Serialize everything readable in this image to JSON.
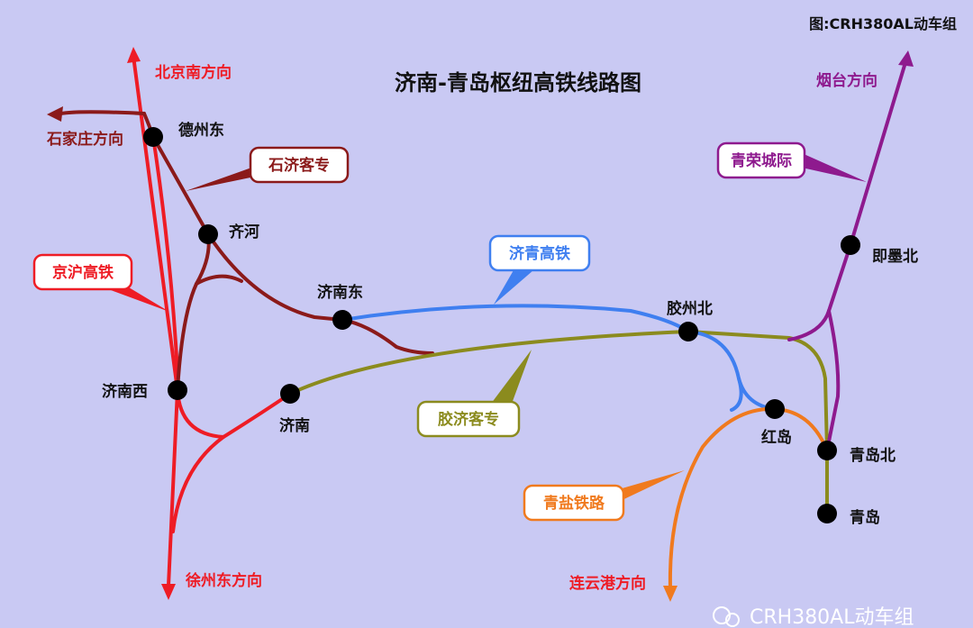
{
  "title": "济南-青岛枢纽高铁线路图",
  "credit": "图:CRH380AL动车组",
  "watermark": "CRH380AL动车组",
  "colors": {
    "background": "#c9c9f3",
    "jinghu": "#ee1c25",
    "shiji": "#8b1a1a",
    "jiqing": "#3f7ff0",
    "jiaoji": "#8b8b1e",
    "qingrong": "#8e1a8e",
    "qingyan": "#f07a1e"
  },
  "stations": {
    "dezhoudong": "德州东",
    "qihe": "齐河",
    "jinandong": "济南东",
    "jinanxi": "济南西",
    "jinan": "济南",
    "jiaozhoubei": "胶州北",
    "hongdao": "红岛",
    "qingdaobei": "青岛北",
    "qingdao": "青岛",
    "jimobei": "即墨北"
  },
  "directions": {
    "beijingnan": "北京南方向",
    "shijiazhuang": "石家庄方向",
    "xuzhoudong": "徐州东方向",
    "yantai": "烟台方向",
    "lianyungang": "连云港方向"
  },
  "lines": {
    "jinghu": "京沪高铁",
    "shiji": "石济客专",
    "jiqing": "济青高铁",
    "jiaoji": "胶济客专",
    "qingrong": "青荣城际",
    "qingyan": "青盐铁路"
  }
}
